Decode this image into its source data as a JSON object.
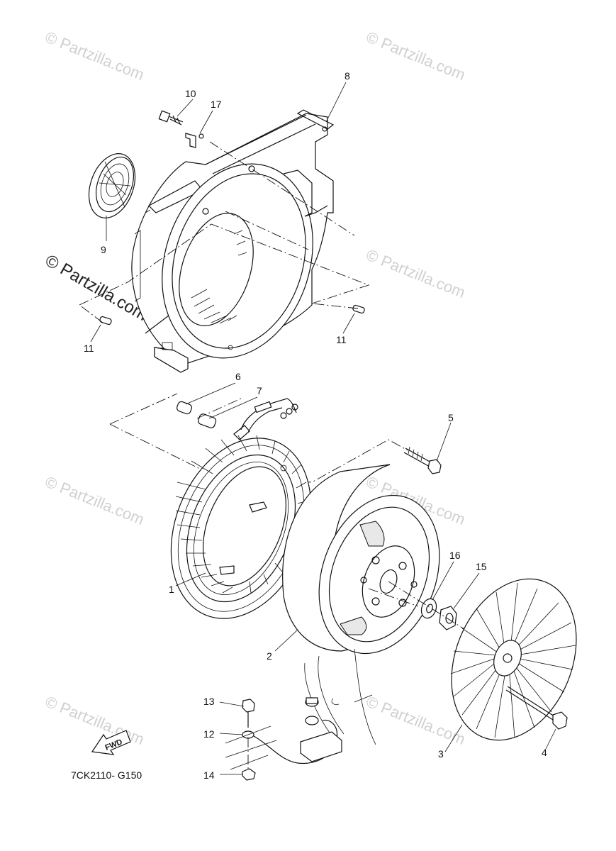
{
  "diagram": {
    "code": "7CK2110- G150",
    "fwd_label": "FWD",
    "watermark_text": "© Partzilla.com",
    "watermark_center_text": "© Partzilla.com",
    "parts": [
      {
        "id": "p8",
        "number": "8"
      },
      {
        "id": "p10",
        "number": "10"
      },
      {
        "id": "p17",
        "number": "17"
      },
      {
        "id": "p9",
        "number": "9"
      },
      {
        "id": "p11a",
        "number": "11"
      },
      {
        "id": "p11b",
        "number": "11"
      },
      {
        "id": "p6",
        "number": "6"
      },
      {
        "id": "p7",
        "number": "7"
      },
      {
        "id": "p5",
        "number": "5"
      },
      {
        "id": "p16",
        "number": "16"
      },
      {
        "id": "p15",
        "number": "15"
      },
      {
        "id": "p1",
        "number": "1"
      },
      {
        "id": "p2",
        "number": "2"
      },
      {
        "id": "p13",
        "number": "13"
      },
      {
        "id": "p12",
        "number": "12"
      },
      {
        "id": "p14",
        "number": "14"
      },
      {
        "id": "p3",
        "number": "3"
      },
      {
        "id": "p4",
        "number": "4"
      }
    ]
  }
}
